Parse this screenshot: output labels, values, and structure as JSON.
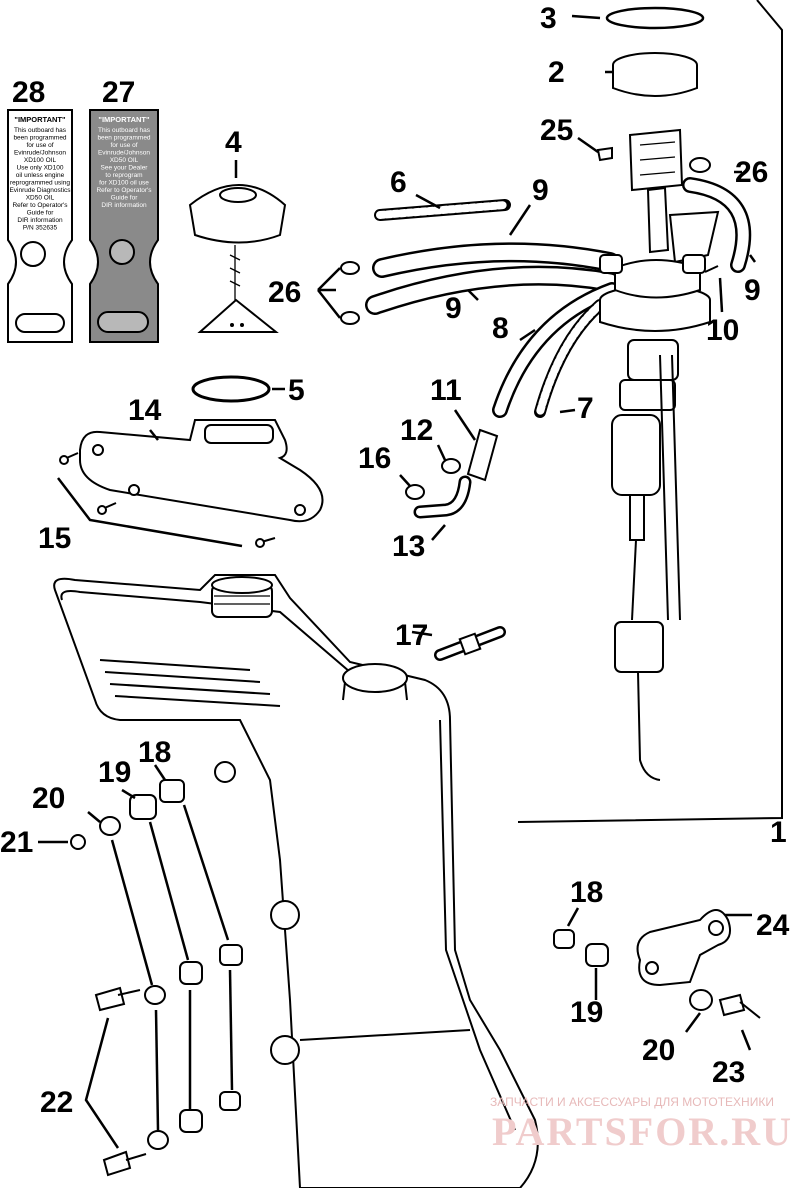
{
  "diagram": {
    "callouts": [
      {
        "id": "c1",
        "text": "1"
      },
      {
        "id": "c2",
        "text": "2"
      },
      {
        "id": "c3",
        "text": "3"
      },
      {
        "id": "c4",
        "text": "4"
      },
      {
        "id": "c5",
        "text": "5"
      },
      {
        "id": "c6",
        "text": "6"
      },
      {
        "id": "c7",
        "text": "7"
      },
      {
        "id": "c8",
        "text": "8"
      },
      {
        "id": "c9a",
        "text": "9"
      },
      {
        "id": "c9b",
        "text": "9"
      },
      {
        "id": "c9c",
        "text": "9"
      },
      {
        "id": "c10",
        "text": "10"
      },
      {
        "id": "c11",
        "text": "11"
      },
      {
        "id": "c12",
        "text": "12"
      },
      {
        "id": "c13",
        "text": "13"
      },
      {
        "id": "c14",
        "text": "14"
      },
      {
        "id": "c15",
        "text": "15"
      },
      {
        "id": "c16",
        "text": "16"
      },
      {
        "id": "c17",
        "text": "17"
      },
      {
        "id": "c18a",
        "text": "18"
      },
      {
        "id": "c18b",
        "text": "18"
      },
      {
        "id": "c19a",
        "text": "19"
      },
      {
        "id": "c19b",
        "text": "19"
      },
      {
        "id": "c20a",
        "text": "20"
      },
      {
        "id": "c20b",
        "text": "20"
      },
      {
        "id": "c21",
        "text": "21"
      },
      {
        "id": "c22",
        "text": "22"
      },
      {
        "id": "c23",
        "text": "23"
      },
      {
        "id": "c24",
        "text": "24"
      },
      {
        "id": "c25",
        "text": "25"
      },
      {
        "id": "c26a",
        "text": "26"
      },
      {
        "id": "c26b",
        "text": "26"
      },
      {
        "id": "c27",
        "text": "27"
      },
      {
        "id": "c28",
        "text": "28"
      }
    ],
    "decal_28": {
      "heading": "\"IMPORTANT\"",
      "lines": [
        "This outboard has",
        "been programmed",
        "for use of",
        "Evinrude/Johnson",
        "XD100 OIL",
        "Use only XD100",
        "oil unless engine",
        "reprogrammed using",
        "Evinrude Diagnostics",
        "XD50 OIL",
        "Refer to Operator's",
        "Guide for",
        "DIR information",
        "P/N 352635"
      ]
    },
    "decal_27": {
      "heading": "\"IMPORTANT\"",
      "lines": [
        "This outboard has",
        "been programmed",
        "for use of",
        "Evinrude/Johnson",
        "XD50 OIL",
        "See your Dealer",
        "to reprogram",
        "for XD100 oil use",
        "Refer to Operator's",
        "Guide for",
        "DIR information"
      ]
    },
    "watermark": {
      "caption": "ЗАПЧАСТИ И АКСЕССУАРЫ ДЛЯ МОТОТЕХНИКИ",
      "brand": "PARTSFOR.RU"
    }
  }
}
